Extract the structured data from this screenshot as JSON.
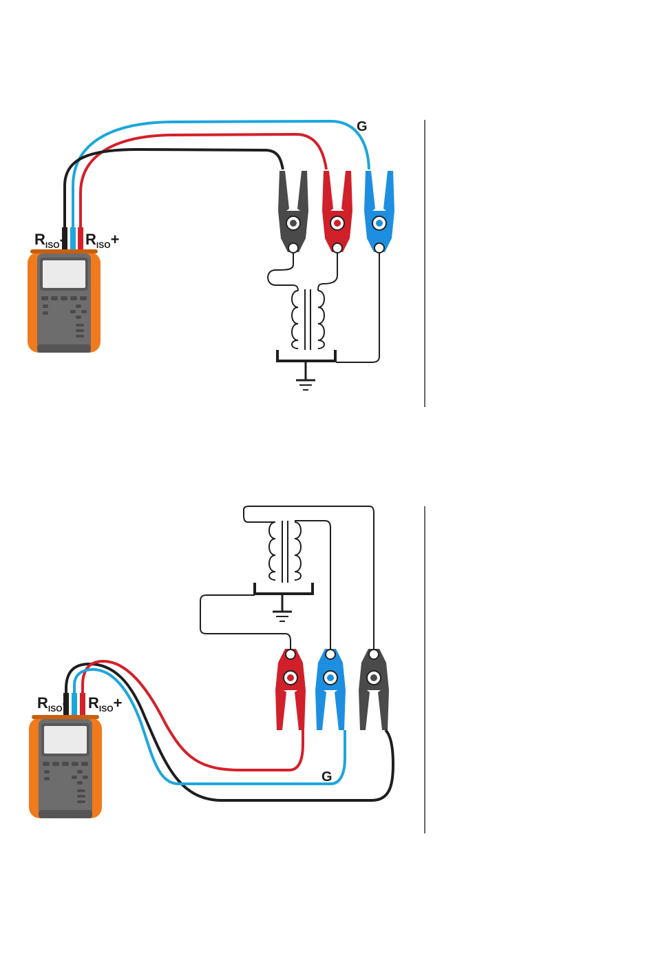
{
  "figures": [
    {
      "minus_label": {
        "main": "R",
        "sub": "ISO",
        "sign": "-"
      },
      "plus_label": {
        "main": "R",
        "sub": "ISO",
        "sign": "+"
      },
      "guard_label": "G"
    },
    {
      "minus_label": {
        "main": "R",
        "sub": "ISO",
        "sign": "-"
      },
      "plus_label": {
        "main": "R",
        "sub": "ISO",
        "sign": "+"
      },
      "guard_label": "G"
    }
  ],
  "colors": {
    "lead_black": "#1e1e1e",
    "lead_red": "#d4202a",
    "lead_blue": "#1ca6dc",
    "clamp_black": "#4a4a4a",
    "clamp_red": "#d0202a",
    "clamp_blue": "#1e8fe0",
    "meter_orange": "#f07a1c",
    "meter_body": "#6d6d6d",
    "separator": "#333333"
  }
}
